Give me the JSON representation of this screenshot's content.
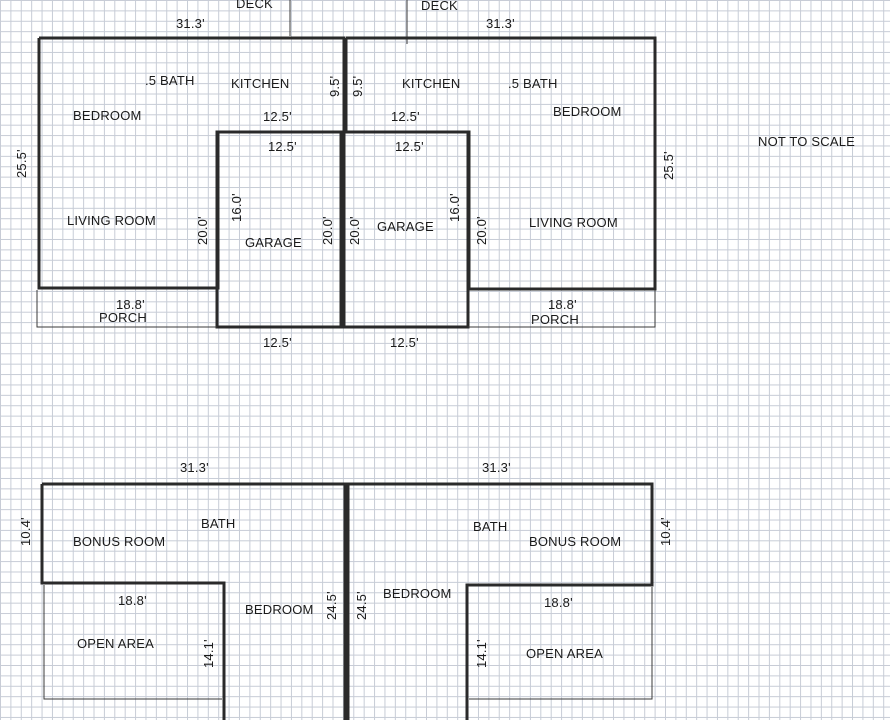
{
  "note": "NOT TO SCALE",
  "first_floor": {
    "left_unit": {
      "deck": "DECK",
      "width_top": "31.3'",
      "half_bath": ".5 BATH",
      "kitchen": "KITCHEN",
      "kitchen_dim": "9.5'",
      "bedroom": "BEDROOM",
      "dim_12_5_a": "12.5'",
      "dim_12_5_b": "12.5'",
      "depth": "25.5'",
      "living_room": "LIVING ROOM",
      "dim_20_a": "20.0'",
      "dim_16": "16.0'",
      "garage": "GARAGE",
      "dim_20_b": "20.0'",
      "porch_width": "18.8'",
      "porch": "PORCH",
      "garage_bottom": "12.5'"
    },
    "right_unit": {
      "deck": "DECK",
      "width_top": "31.3'",
      "kitchen_dim": "9.5'",
      "kitchen": "KITCHEN",
      "half_bath": ".5 BATH",
      "bedroom": "BEDROOM",
      "dim_12_5_a": "12.5'",
      "dim_12_5_b": "12.5'",
      "depth": "25.5'",
      "dim_20_a": "20.0'",
      "garage": "GARAGE",
      "dim_16": "16.0'",
      "dim_20_b": "20.0'",
      "living_room": "LIVING ROOM",
      "porch_width": "18.8'",
      "porch": "PORCH",
      "garage_bottom": "12.5'"
    }
  },
  "second_floor": {
    "left_unit": {
      "width_top": "31.3'",
      "bonus_depth": "10.4'",
      "bath": "BATH",
      "bonus_room": "BONUS ROOM",
      "open_width": "18.8'",
      "bedroom": "BEDROOM",
      "bedroom_depth": "24.5'",
      "open_area": "OPEN AREA",
      "open_depth": "14.1'"
    },
    "right_unit": {
      "width_top": "31.3'",
      "bedroom_depth": "24.5'",
      "bedroom": "BEDROOM",
      "bath": "BATH",
      "bonus_room": "BONUS ROOM",
      "bonus_depth": "10.4'",
      "open_width": "18.8'",
      "open_depth": "14.1'",
      "open_area": "OPEN AREA"
    }
  }
}
